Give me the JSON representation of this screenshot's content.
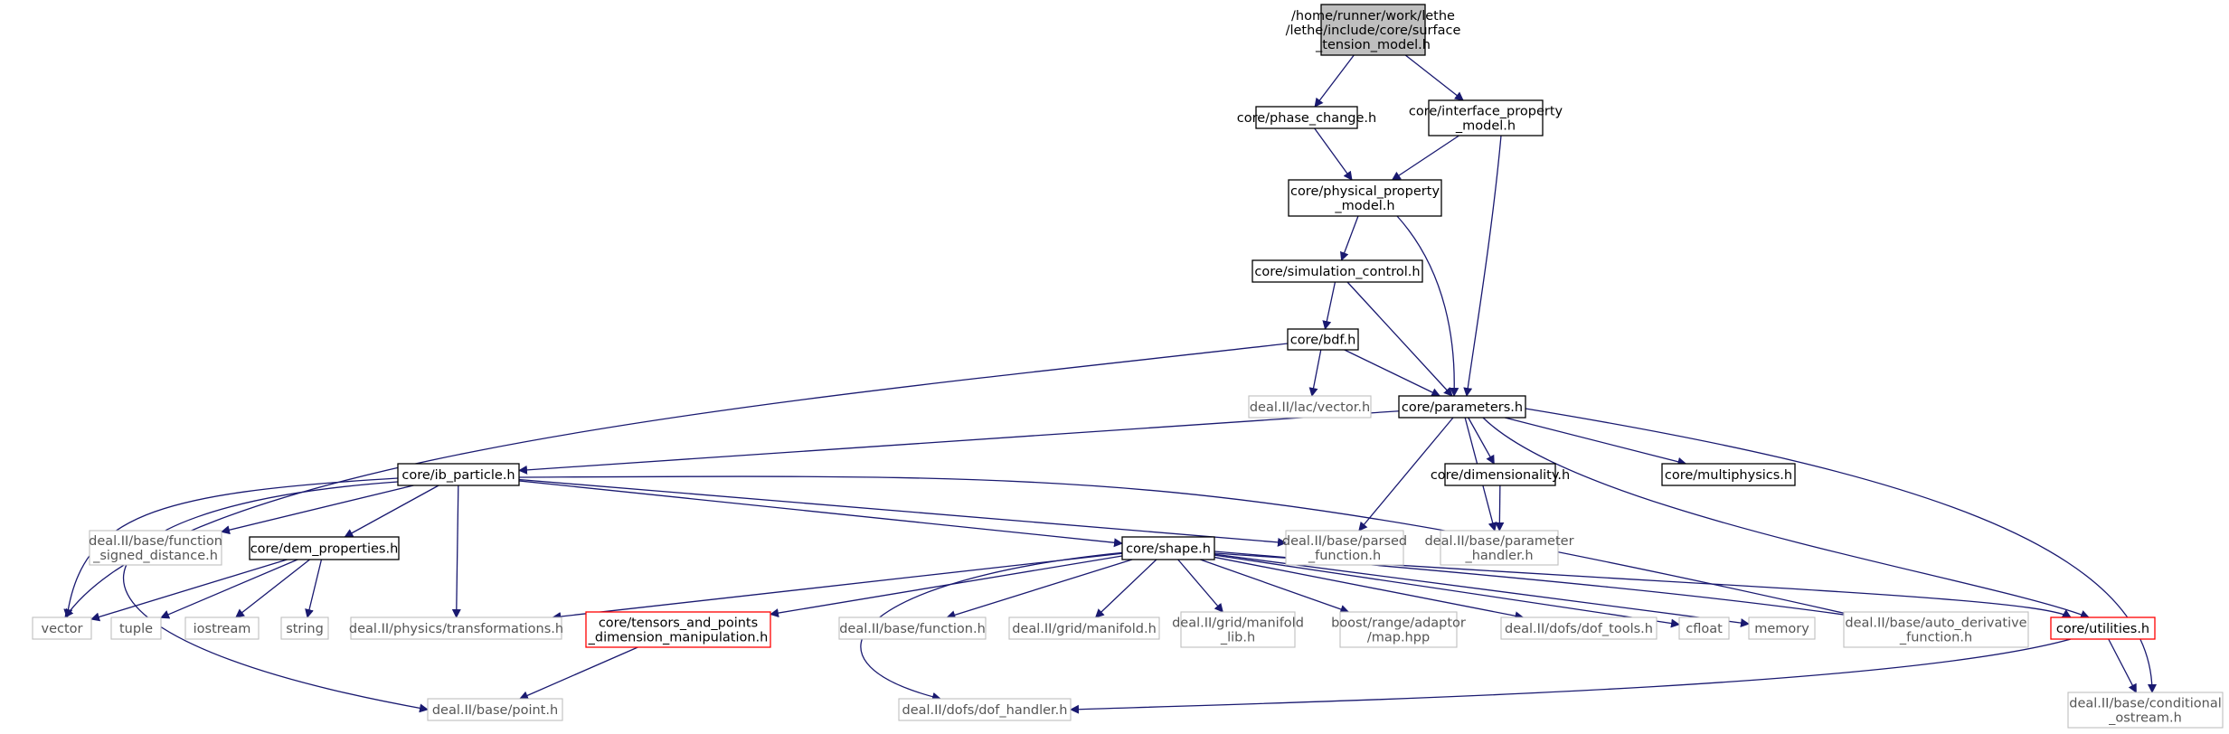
{
  "colors": {
    "edge": "#191970",
    "root_fill": "#bfbfbf",
    "node_border": "#000000",
    "external_border": "#bfbfbf",
    "truncated_border": "#ff0000",
    "node_fill": "#ffffff"
  },
  "nodes": [
    {
      "id": "root",
      "kind": "root",
      "lines": [
        "/home/runner/work/lethe",
        "/lethe/include/core/surface",
        "_tension_model.h"
      ]
    },
    {
      "id": "phase_change",
      "kind": "normal",
      "lines": [
        "core/phase_change.h"
      ]
    },
    {
      "id": "interface_property",
      "kind": "normal",
      "lines": [
        "core/interface_property",
        "_model.h"
      ]
    },
    {
      "id": "physical_property",
      "kind": "normal",
      "lines": [
        "core/physical_property",
        "_model.h"
      ]
    },
    {
      "id": "simulation_control",
      "kind": "normal",
      "lines": [
        "core/simulation_control.h"
      ]
    },
    {
      "id": "bdf",
      "kind": "normal",
      "lines": [
        "core/bdf.h"
      ]
    },
    {
      "id": "lac_vector",
      "kind": "external",
      "lines": [
        "deal.II/lac/vector.h"
      ]
    },
    {
      "id": "parameters",
      "kind": "normal",
      "lines": [
        "core/parameters.h"
      ]
    },
    {
      "id": "ib_particle",
      "kind": "normal",
      "lines": [
        "core/ib_particle.h"
      ]
    },
    {
      "id": "dimensionality",
      "kind": "normal",
      "lines": [
        "core/dimensionality.h"
      ]
    },
    {
      "id": "multiphysics",
      "kind": "normal",
      "lines": [
        "core/multiphysics.h"
      ]
    },
    {
      "id": "function_signed",
      "kind": "external",
      "lines": [
        "deal.II/base/function",
        "_signed_distance.h"
      ]
    },
    {
      "id": "dem_properties",
      "kind": "normal",
      "lines": [
        "core/dem_properties.h"
      ]
    },
    {
      "id": "shape",
      "kind": "normal",
      "lines": [
        "core/shape.h"
      ]
    },
    {
      "id": "parsed_function",
      "kind": "external",
      "lines": [
        "deal.II/base/parsed",
        "_function.h"
      ]
    },
    {
      "id": "parameter_handler",
      "kind": "external",
      "lines": [
        "deal.II/base/parameter",
        "_handler.h"
      ]
    },
    {
      "id": "vector",
      "kind": "external",
      "lines": [
        "vector"
      ]
    },
    {
      "id": "tuple",
      "kind": "external",
      "lines": [
        "tuple"
      ]
    },
    {
      "id": "iostream",
      "kind": "external",
      "lines": [
        "iostream"
      ]
    },
    {
      "id": "string",
      "kind": "external",
      "lines": [
        "string"
      ]
    },
    {
      "id": "transformations",
      "kind": "external",
      "lines": [
        "deal.II/physics/transformations.h"
      ]
    },
    {
      "id": "tensors",
      "kind": "truncated",
      "lines": [
        "core/tensors_and_points",
        "_dimension_manipulation.h"
      ]
    },
    {
      "id": "base_function",
      "kind": "external",
      "lines": [
        "deal.II/base/function.h"
      ]
    },
    {
      "id": "grid_manifold",
      "kind": "external",
      "lines": [
        "deal.II/grid/manifold.h"
      ]
    },
    {
      "id": "manifold_lib",
      "kind": "external",
      "lines": [
        "deal.II/grid/manifold",
        "_lib.h"
      ]
    },
    {
      "id": "boost_map",
      "kind": "external",
      "lines": [
        "boost/range/adaptor",
        "/map.hpp"
      ]
    },
    {
      "id": "dof_tools",
      "kind": "external",
      "lines": [
        "deal.II/dofs/dof_tools.h"
      ]
    },
    {
      "id": "cfloat",
      "kind": "external",
      "lines": [
        "cfloat"
      ]
    },
    {
      "id": "memory",
      "kind": "external",
      "lines": [
        "memory"
      ]
    },
    {
      "id": "auto_derivative",
      "kind": "external",
      "lines": [
        "deal.II/base/auto_derivative",
        "_function.h"
      ]
    },
    {
      "id": "utilities",
      "kind": "truncated",
      "lines": [
        "core/utilities.h"
      ]
    },
    {
      "id": "point",
      "kind": "external",
      "lines": [
        "deal.II/base/point.h"
      ]
    },
    {
      "id": "dof_handler",
      "kind": "external",
      "lines": [
        "deal.II/dofs/dof_handler.h"
      ]
    },
    {
      "id": "conditional_ostream",
      "kind": "external",
      "lines": [
        "deal.II/base/conditional",
        "_ostream.h"
      ]
    }
  ],
  "edges": [
    {
      "from": "root",
      "to": "phase_change"
    },
    {
      "from": "root",
      "to": "interface_property"
    },
    {
      "from": "phase_change",
      "to": "physical_property"
    },
    {
      "from": "interface_property",
      "to": "physical_property"
    },
    {
      "from": "interface_property",
      "to": "parameters"
    },
    {
      "from": "physical_property",
      "to": "simulation_control"
    },
    {
      "from": "physical_property",
      "to": "parameters"
    },
    {
      "from": "simulation_control",
      "to": "bdf"
    },
    {
      "from": "simulation_control",
      "to": "parameters"
    },
    {
      "from": "bdf",
      "to": "lac_vector"
    },
    {
      "from": "bdf",
      "to": "parameters"
    },
    {
      "from": "bdf",
      "to": "vector"
    },
    {
      "from": "parameters",
      "to": "ib_particle"
    },
    {
      "from": "parameters",
      "to": "dimensionality"
    },
    {
      "from": "parameters",
      "to": "multiphysics"
    },
    {
      "from": "parameters",
      "to": "parsed_function"
    },
    {
      "from": "parameters",
      "to": "parameter_handler"
    },
    {
      "from": "parameters",
      "to": "utilities"
    },
    {
      "from": "parameters",
      "to": "conditional_ostream"
    },
    {
      "from": "dimensionality",
      "to": "parameter_handler"
    },
    {
      "from": "ib_particle",
      "to": "function_signed"
    },
    {
      "from": "ib_particle",
      "to": "dem_properties"
    },
    {
      "from": "ib_particle",
      "to": "shape"
    },
    {
      "from": "ib_particle",
      "to": "parsed_function"
    },
    {
      "from": "ib_particle",
      "to": "vector"
    },
    {
      "from": "ib_particle",
      "to": "transformations"
    },
    {
      "from": "ib_particle",
      "to": "point"
    },
    {
      "from": "ib_particle",
      "to": "auto_derivative"
    },
    {
      "from": "dem_properties",
      "to": "vector"
    },
    {
      "from": "dem_properties",
      "to": "tuple"
    },
    {
      "from": "dem_properties",
      "to": "iostream"
    },
    {
      "from": "dem_properties",
      "to": "string"
    },
    {
      "from": "shape",
      "to": "transformations"
    },
    {
      "from": "shape",
      "to": "tensors"
    },
    {
      "from": "shape",
      "to": "base_function"
    },
    {
      "from": "shape",
      "to": "grid_manifold"
    },
    {
      "from": "shape",
      "to": "manifold_lib"
    },
    {
      "from": "shape",
      "to": "boost_map"
    },
    {
      "from": "shape",
      "to": "dof_tools"
    },
    {
      "from": "shape",
      "to": "cfloat"
    },
    {
      "from": "shape",
      "to": "memory"
    },
    {
      "from": "shape",
      "to": "auto_derivative"
    },
    {
      "from": "shape",
      "to": "utilities"
    },
    {
      "from": "shape",
      "to": "dof_handler"
    },
    {
      "from": "tensors",
      "to": "point"
    },
    {
      "from": "utilities",
      "to": "dof_handler"
    },
    {
      "from": "utilities",
      "to": "conditional_ostream"
    }
  ]
}
